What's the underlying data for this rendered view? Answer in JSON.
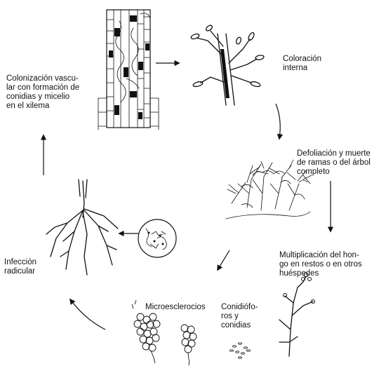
{
  "stages": {
    "colonization": "Colonización vascu-\nlar con formación de\nconidias y micelio\nen el xilema",
    "internal_coloration": "Coloración\ninterna",
    "defoliation": "Defoliación y muerte\nde ramas o del árbol\ncompleto",
    "multiplication": "Multiplicación del hon-\ngo en restos o en otros\nhuéspedes",
    "microsclerotia": "Microesclerocios",
    "conidiophores": "Conidiófo-\nros y\nconidias",
    "root_infection": "Infección\nradicular"
  }
}
